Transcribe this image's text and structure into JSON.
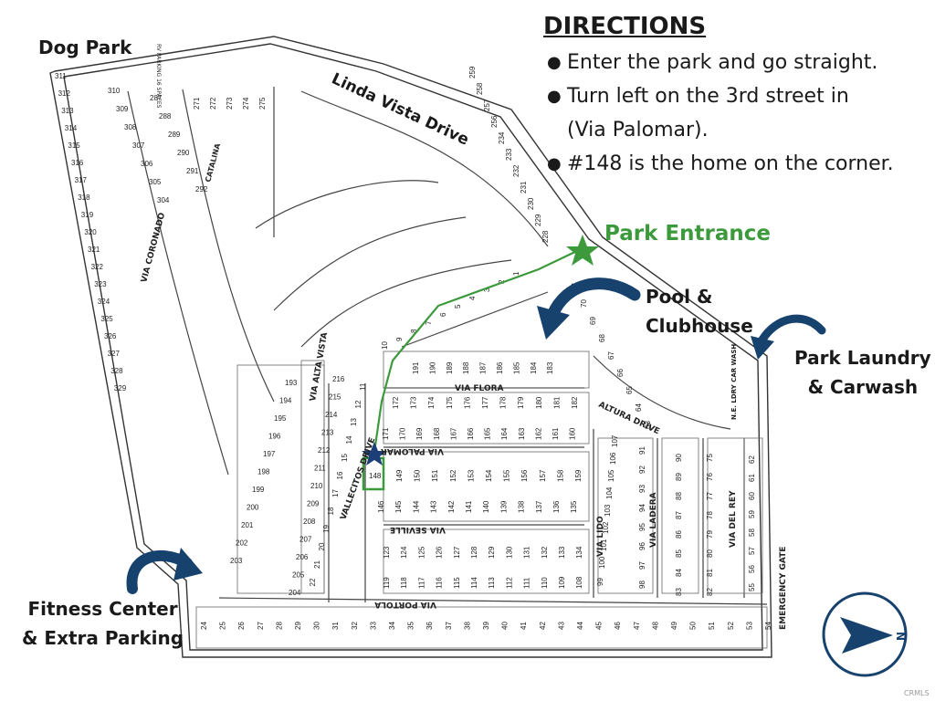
{
  "directions": {
    "title": "DIRECTIONS",
    "steps": [
      {
        "lines": [
          "Enter the park and go straight."
        ]
      },
      {
        "lines": [
          "Turn left on the 3rd street in",
          "(Via Palomar)."
        ]
      },
      {
        "lines": [
          "#148 is the home on the corner."
        ]
      }
    ]
  },
  "labels": {
    "dog_park": "Dog Park",
    "park_entrance": "Park Entrance",
    "pool_1": "Pool &",
    "pool_2": "Clubhouse",
    "laundry_1": "Park Laundry",
    "laundry_2": "& Carwash",
    "fitness_1": "Fitness Center",
    "fitness_2": "& Extra Parking",
    "linda_vista": "Linda Vista Drive"
  },
  "streets": {
    "via_palomar": "VIA PALOMAR",
    "via_flora": "VIA FLORA",
    "via_seville": "VIA SEVILLE",
    "via_portola": "VIA PORTOLA",
    "via_lido": "VIA LIDO",
    "via_ladera": "VIA LADERA",
    "via_del_rey": "VIA DEL REY",
    "vallecitos_drive": "VALLECITOS DRIVE",
    "via_alta_vista": "VIA ALTA VISTA",
    "via_coronado": "VIA CORONADO",
    "alturas_drive": "ALTURA DRIVE",
    "catalina": "CATALINA",
    "emergency_gate": "EMERGENCY GATE",
    "laundry_box": "N.E. LDRY CAR WASH",
    "parking_note": "RV PARKING 16 SPACES"
  },
  "target_lot": "148",
  "lots": {
    "bottom_row": [
      "24",
      "25",
      "26",
      "27",
      "28",
      "29",
      "30",
      "31",
      "32",
      "33",
      "34",
      "35",
      "36",
      "37",
      "38",
      "39",
      "40",
      "41",
      "42",
      "43",
      "44",
      "45",
      "46",
      "47",
      "48",
      "49",
      "50",
      "51",
      "52",
      "53",
      "54"
    ],
    "palomar_north": [
      "171",
      "170",
      "169",
      "168",
      "167",
      "166",
      "165",
      "164",
      "163",
      "162",
      "161",
      "160"
    ],
    "palomar_south": [
      "149",
      "150",
      "151",
      "152",
      "153",
      "154",
      "155",
      "156",
      "157",
      "158",
      "159"
    ],
    "seville_north": [
      "146",
      "145",
      "144",
      "143",
      "142",
      "141",
      "140",
      "139",
      "138",
      "137",
      "136",
      "135"
    ],
    "flora_north": [
      "191",
      "190",
      "189",
      "188",
      "187",
      "186",
      "185",
      "184",
      "183"
    ],
    "flora_south": [
      "172",
      "173",
      "174",
      "175",
      "176",
      "177",
      "178",
      "179",
      "180",
      "181",
      "182"
    ],
    "portola_north": [
      "119",
      "118",
      "117",
      "116",
      "115",
      "114",
      "113",
      "112",
      "111",
      "110",
      "109",
      "108"
    ],
    "portola_row2": [
      "123",
      "124",
      "125",
      "126",
      "127",
      "128",
      "129",
      "130",
      "131",
      "132",
      "133",
      "134"
    ],
    "entrance_row": [
      "1",
      "2",
      "3",
      "4",
      "5",
      "6",
      "7",
      "8",
      "9",
      "10"
    ],
    "west_col": [
      "311",
      "312",
      "313",
      "314",
      "315",
      "316",
      "317",
      "318",
      "319",
      "320",
      "321",
      "322",
      "323",
      "324",
      "325",
      "326",
      "327",
      "328",
      "329"
    ],
    "col_b": [
      "310",
      "309",
      "308",
      "307",
      "306",
      "305",
      "304"
    ],
    "col_c": [
      "287",
      "288",
      "289",
      "290",
      "291",
      "292"
    ],
    "alta_vista_west": [
      "193",
      "194",
      "195",
      "196",
      "197",
      "198",
      "199",
      "200",
      "201",
      "202",
      "203"
    ],
    "alta_vista_mid": [
      "216",
      "215",
      "214",
      "213",
      "212",
      "211",
      "210",
      "209",
      "208",
      "207",
      "206",
      "205",
      "204"
    ],
    "alta_vista_east": [
      "11",
      "12",
      "13",
      "14",
      "15",
      "16",
      "17",
      "18",
      "19",
      "20",
      "21",
      "22"
    ],
    "lido_col": [
      "107",
      "106",
      "105",
      "104",
      "103",
      "102",
      "101",
      "100",
      "99"
    ],
    "lido_col2": [
      "91",
      "92",
      "93",
      "94",
      "95",
      "96",
      "97",
      "98"
    ],
    "ladera_col": [
      "90",
      "89",
      "88",
      "87",
      "86",
      "85",
      "84",
      "83"
    ],
    "ladera_col2": [
      "75",
      "76",
      "77",
      "78",
      "79",
      "80",
      "81",
      "82"
    ],
    "delrey_col": [
      "62",
      "61",
      "60",
      "59",
      "58",
      "57",
      "56",
      "55"
    ],
    "east_row": [
      "71",
      "70",
      "69",
      "68",
      "67",
      "66",
      "65",
      "64",
      "63"
    ],
    "north_arc": [
      "228",
      "229",
      "230",
      "231",
      "232",
      "233",
      "234",
      "256",
      "257",
      "258",
      "259"
    ],
    "north_top": [
      "271",
      "272",
      "273",
      "274",
      "275"
    ]
  },
  "compass_letter": "N",
  "watermark": "CRMLS"
}
